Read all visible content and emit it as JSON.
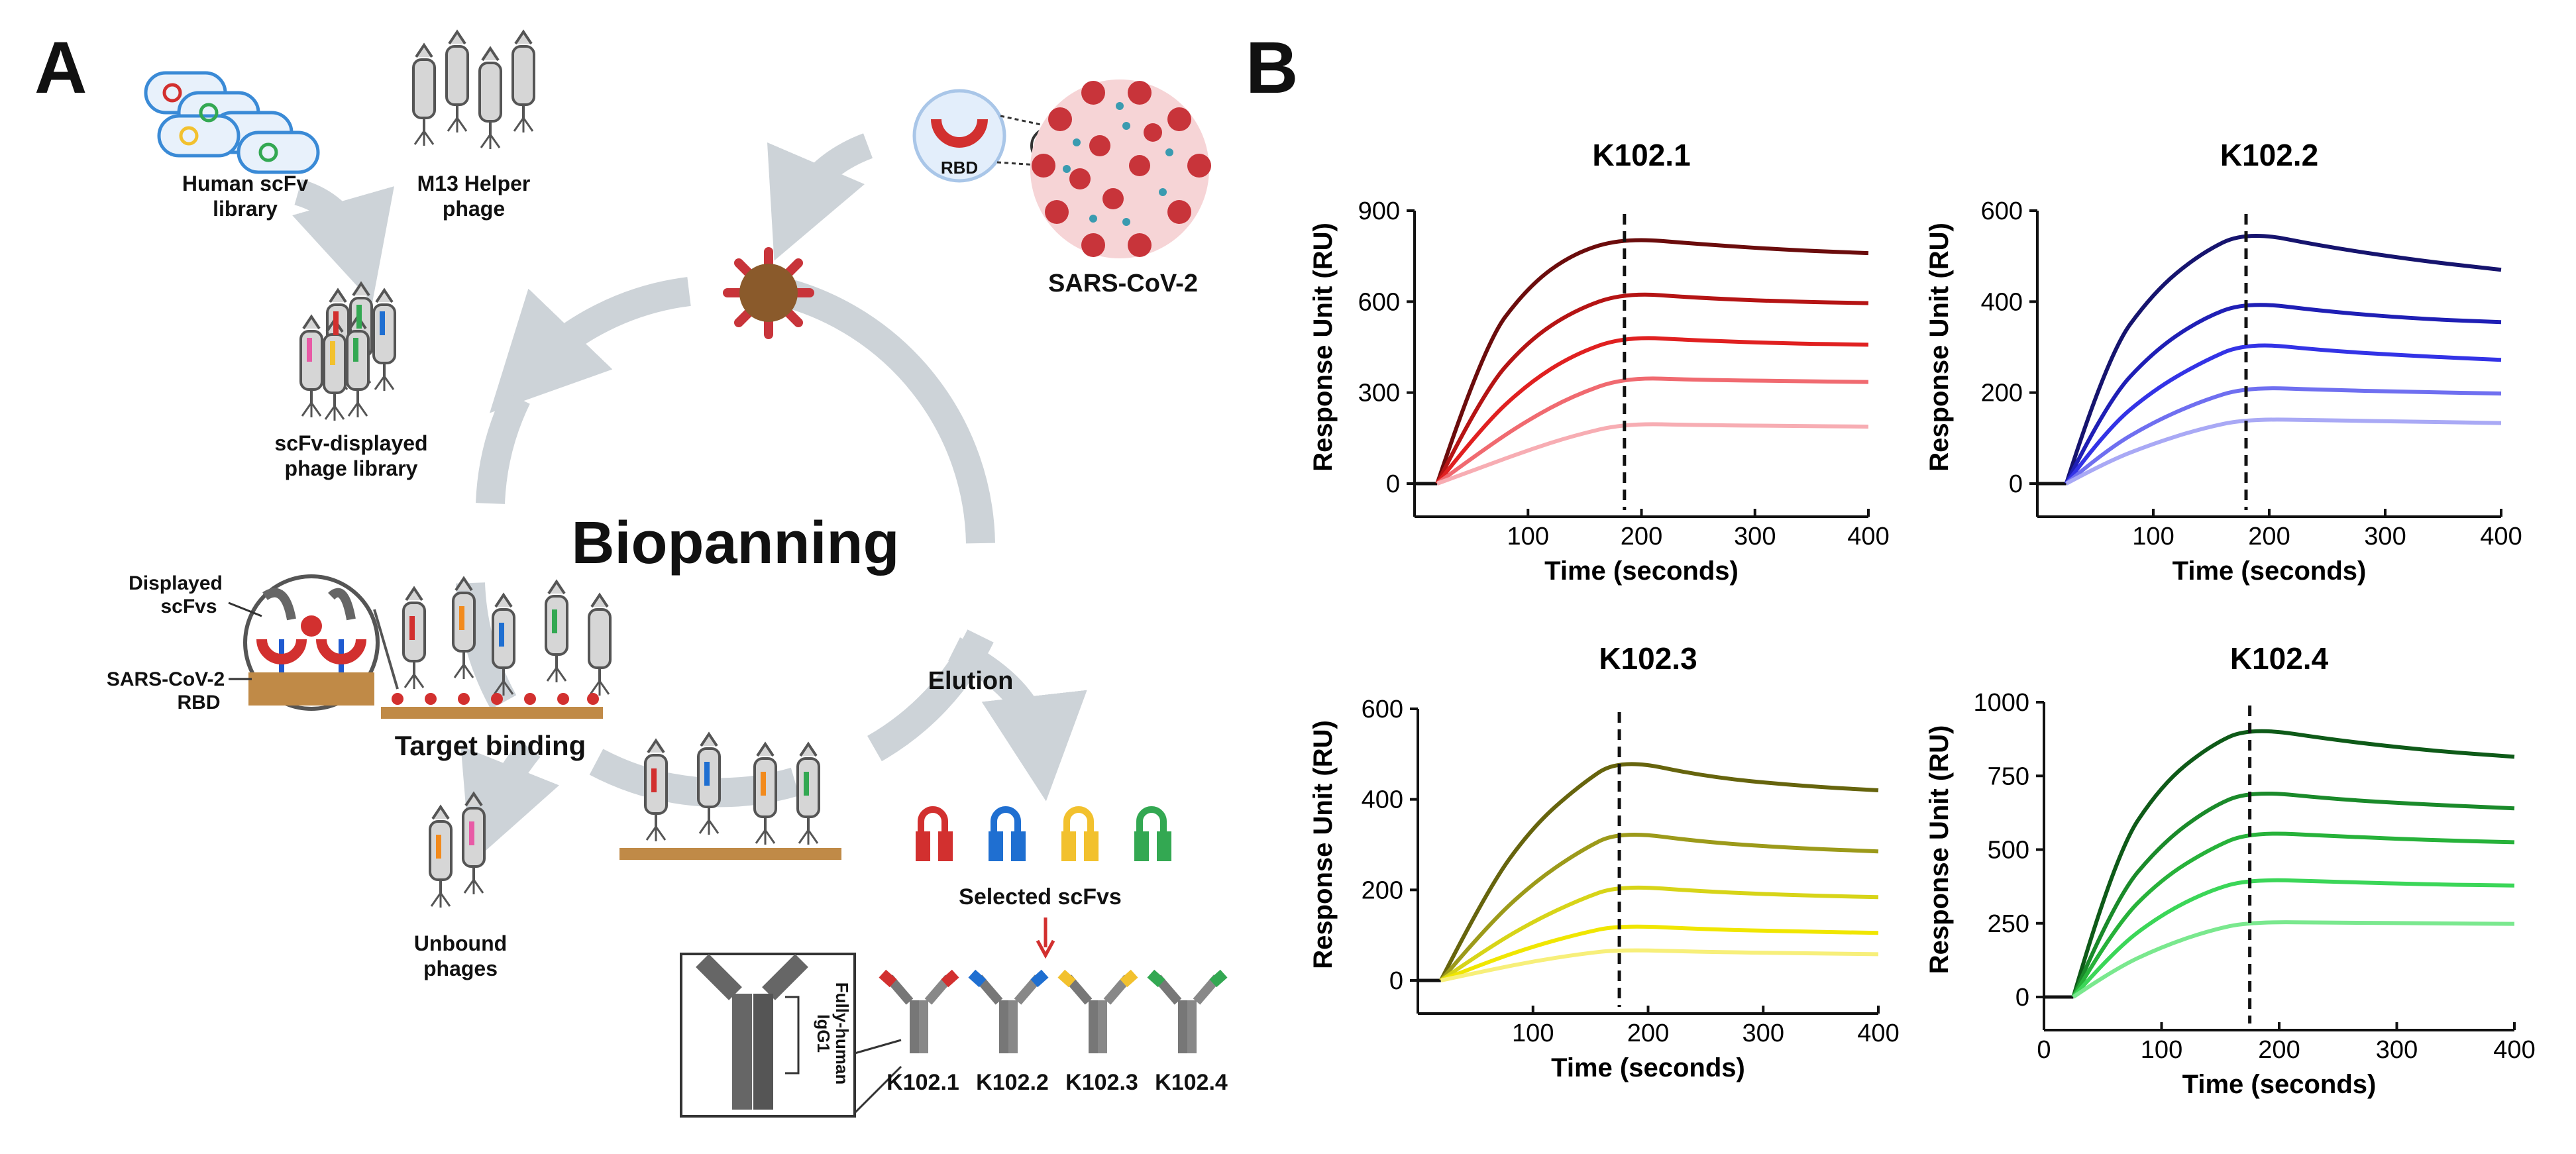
{
  "panel_a": {
    "letter": "A",
    "human_library_l1": "Human scFv",
    "human_library_l2": "library",
    "helper_l1": "M13 Helper",
    "helper_l2": "phage",
    "rbd_label": "RBD",
    "sars_label": "SARS-CoV-2",
    "display_lib_l1": "scFv-displayed",
    "display_lib_l2": "phage library",
    "biopanning": "Biopanning",
    "displayed_l1": "Displayed",
    "displayed_l2": "scFvs",
    "sars_rbd_l1": "SARS-CoV-2",
    "sars_rbd_l2": "RBD",
    "target_binding": "Target binding",
    "unbound_l1": "Unbound",
    "unbound_l2": "phages",
    "elution": "Elution",
    "selected": "Selected scFvs",
    "igg_l1": "Fully-human",
    "igg_l2": "IgG1",
    "antibodies": [
      "K102.1",
      "K102.2",
      "K102.3",
      "K102.4"
    ]
  },
  "panel_b": {
    "letter": "B"
  },
  "colors": {
    "arrow_gray": "#cdd3d8",
    "virus_red": "#c8343a",
    "scfv": [
      "#d2302f",
      "#1f6fd1",
      "#f2c12e",
      "#33a852"
    ]
  },
  "chart_data": [
    {
      "type": "line",
      "title": "K102.1",
      "xlabel": "Time (seconds)",
      "ylabel": "Response Unit (RU)",
      "xlim": [
        0,
        400
      ],
      "ylim": [
        0,
        900
      ],
      "xticks": [
        100,
        200,
        300,
        400
      ],
      "xtick_labels": [
        "100",
        "200",
        "300",
        "400"
      ],
      "yticks": [
        0,
        300,
        600,
        900
      ],
      "ytick_labels": [
        "0",
        "300",
        "600",
        "900"
      ],
      "dashed_x": 185,
      "assoc_start": 20,
      "series": [
        {
          "color": "#6b0c0c",
          "values": [
            [
              20,
              0
            ],
            [
              60,
              450
            ],
            [
              100,
              650
            ],
            [
              140,
              760
            ],
            [
              185,
              810
            ],
            [
              250,
              790
            ],
            [
              330,
              770
            ],
            [
              400,
              760
            ]
          ]
        },
        {
          "color": "#b51414",
          "values": [
            [
              20,
              0
            ],
            [
              60,
              300
            ],
            [
              100,
              470
            ],
            [
              140,
              570
            ],
            [
              185,
              630
            ],
            [
              250,
              612
            ],
            [
              330,
              600
            ],
            [
              400,
              595
            ]
          ]
        },
        {
          "color": "#e02020",
          "values": [
            [
              20,
              0
            ],
            [
              60,
              190
            ],
            [
              100,
              330
            ],
            [
              140,
              425
            ],
            [
              185,
              485
            ],
            [
              250,
              472
            ],
            [
              330,
              462
            ],
            [
              400,
              458
            ]
          ]
        },
        {
          "color": "#f06a70",
          "values": [
            [
              20,
              0
            ],
            [
              60,
              110
            ],
            [
              100,
              210
            ],
            [
              140,
              290
            ],
            [
              185,
              350
            ],
            [
              250,
              342
            ],
            [
              330,
              338
            ],
            [
              400,
              335
            ]
          ]
        },
        {
          "color": "#f7adb3",
          "values": [
            [
              20,
              0
            ],
            [
              60,
              55
            ],
            [
              100,
              110
            ],
            [
              140,
              158
            ],
            [
              185,
              198
            ],
            [
              250,
              193
            ],
            [
              330,
              190
            ],
            [
              400,
              188
            ]
          ]
        }
      ]
    },
    {
      "type": "line",
      "title": "K102.2",
      "xlabel": "Time (seconds)",
      "ylabel": "Response Unit (RU)",
      "xlim": [
        0,
        400
      ],
      "ylim": [
        0,
        600
      ],
      "xticks": [
        100,
        200,
        300,
        400
      ],
      "xtick_labels": [
        "100",
        "200",
        "300",
        "400"
      ],
      "yticks": [
        0,
        200,
        400,
        600
      ],
      "ytick_labels": [
        "0",
        "200",
        "400",
        "600"
      ],
      "dashed_x": 180,
      "assoc_start": 25,
      "series": [
        {
          "color": "#16146e",
          "values": [
            [
              25,
              0
            ],
            [
              60,
              280
            ],
            [
              100,
              420
            ],
            [
              140,
              505
            ],
            [
              180,
              555
            ],
            [
              250,
              520
            ],
            [
              330,
              490
            ],
            [
              400,
              470
            ]
          ]
        },
        {
          "color": "#1f1fb5",
          "values": [
            [
              25,
              0
            ],
            [
              60,
              180
            ],
            [
              100,
              290
            ],
            [
              140,
              360
            ],
            [
              180,
              400
            ],
            [
              250,
              378
            ],
            [
              330,
              362
            ],
            [
              400,
              355
            ]
          ]
        },
        {
          "color": "#3333e6",
          "values": [
            [
              25,
              0
            ],
            [
              60,
              120
            ],
            [
              100,
              205
            ],
            [
              140,
              265
            ],
            [
              180,
              310
            ],
            [
              250,
              292
            ],
            [
              330,
              280
            ],
            [
              400,
              272
            ]
          ]
        },
        {
          "color": "#6f6ff0",
          "values": [
            [
              25,
              0
            ],
            [
              60,
              75
            ],
            [
              100,
              135
            ],
            [
              140,
              180
            ],
            [
              180,
              212
            ],
            [
              250,
              206
            ],
            [
              330,
              201
            ],
            [
              400,
              198
            ]
          ]
        },
        {
          "color": "#a9a9f5",
          "values": [
            [
              25,
              0
            ],
            [
              60,
              48
            ],
            [
              100,
              88
            ],
            [
              140,
              120
            ],
            [
              180,
              142
            ],
            [
              250,
              139
            ],
            [
              330,
              136
            ],
            [
              400,
              133
            ]
          ]
        }
      ]
    },
    {
      "type": "line",
      "title": "K102.3",
      "xlabel": "Time (seconds)",
      "ylabel": "Response Unit (RU)",
      "xlim": [
        0,
        400
      ],
      "ylim": [
        0,
        600
      ],
      "xticks": [
        100,
        200,
        300,
        400
      ],
      "xtick_labels": [
        "100",
        "200",
        "300",
        "400"
      ],
      "yticks": [
        0,
        200,
        400,
        600
      ],
      "ytick_labels": [
        "0",
        "200",
        "400",
        "600"
      ],
      "dashed_x": 175,
      "assoc_start": 20,
      "series": [
        {
          "color": "#66640d",
          "values": [
            [
              20,
              0
            ],
            [
              60,
              200
            ],
            [
              100,
              340
            ],
            [
              140,
              430
            ],
            [
              175,
              490
            ],
            [
              250,
              450
            ],
            [
              330,
              430
            ],
            [
              400,
              420
            ]
          ]
        },
        {
          "color": "#9c9a1a",
          "values": [
            [
              20,
              0
            ],
            [
              60,
              120
            ],
            [
              100,
              215
            ],
            [
              140,
              285
            ],
            [
              175,
              330
            ],
            [
              250,
              305
            ],
            [
              330,
              292
            ],
            [
              400,
              285
            ]
          ]
        },
        {
          "color": "#d7d418",
          "values": [
            [
              20,
              0
            ],
            [
              60,
              70
            ],
            [
              100,
              130
            ],
            [
              140,
              178
            ],
            [
              175,
              210
            ],
            [
              250,
              196
            ],
            [
              330,
              188
            ],
            [
              400,
              184
            ]
          ]
        },
        {
          "color": "#f0e600",
          "values": [
            [
              20,
              0
            ],
            [
              60,
              40
            ],
            [
              100,
              75
            ],
            [
              140,
              103
            ],
            [
              175,
              122
            ],
            [
              250,
              113
            ],
            [
              330,
              108
            ],
            [
              400,
              105
            ]
          ]
        },
        {
          "color": "#f7ef7a",
          "values": [
            [
              20,
              0
            ],
            [
              60,
              22
            ],
            [
              100,
              42
            ],
            [
              140,
              58
            ],
            [
              175,
              68
            ],
            [
              250,
              63
            ],
            [
              330,
              60
            ],
            [
              400,
              58
            ]
          ]
        }
      ]
    },
    {
      "type": "line",
      "title": "K102.4",
      "xlabel": "Time (seconds)",
      "ylabel": "Response Unit (RU)",
      "xlim": [
        0,
        400
      ],
      "ylim": [
        0,
        1000
      ],
      "xticks": [
        0,
        100,
        200,
        300,
        400
      ],
      "xtick_labels": [
        "0",
        "100",
        "200",
        "300",
        "400"
      ],
      "yticks": [
        0,
        250,
        500,
        750,
        1000
      ],
      "ytick_labels": [
        "0",
        "250",
        "500",
        "750",
        "1000"
      ],
      "dashed_x": 175,
      "assoc_start": 25,
      "series": [
        {
          "color": "#0e5a18",
          "values": [
            [
              25,
              0
            ],
            [
              60,
              480
            ],
            [
              100,
              720
            ],
            [
              140,
              850
            ],
            [
              175,
              915
            ],
            [
              250,
              870
            ],
            [
              330,
              835
            ],
            [
              400,
              815
            ]
          ]
        },
        {
          "color": "#1a8a2a",
          "values": [
            [
              25,
              0
            ],
            [
              60,
              330
            ],
            [
              100,
              520
            ],
            [
              140,
              640
            ],
            [
              175,
              700
            ],
            [
              250,
              670
            ],
            [
              330,
              652
            ],
            [
              400,
              640
            ]
          ]
        },
        {
          "color": "#27b23a",
          "values": [
            [
              25,
              0
            ],
            [
              60,
              240
            ],
            [
              100,
              400
            ],
            [
              140,
              500
            ],
            [
              175,
              560
            ],
            [
              250,
              545
            ],
            [
              330,
              532
            ],
            [
              400,
              525
            ]
          ]
        },
        {
          "color": "#3bd658",
          "values": [
            [
              25,
              0
            ],
            [
              60,
              160
            ],
            [
              100,
              280
            ],
            [
              140,
              360
            ],
            [
              175,
              400
            ],
            [
              250,
              390
            ],
            [
              330,
              382
            ],
            [
              400,
              378
            ]
          ]
        },
        {
          "color": "#7ae88e",
          "values": [
            [
              25,
              0
            ],
            [
              60,
              95
            ],
            [
              100,
              170
            ],
            [
              140,
              225
            ],
            [
              175,
              255
            ],
            [
              250,
              252
            ],
            [
              330,
              250
            ],
            [
              400,
              248
            ]
          ]
        }
      ]
    }
  ]
}
